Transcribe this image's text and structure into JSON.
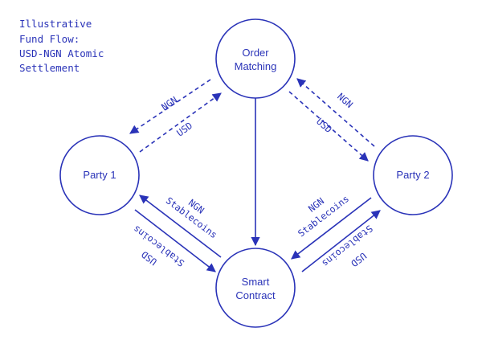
{
  "colors": {
    "ink": "#2a33b8",
    "background": "#ffffff"
  },
  "title": {
    "line1": "Illustrative",
    "line2": "Fund Flow:",
    "line3": "USD-NGN Atomic",
    "line4": "Settlement"
  },
  "nodes": {
    "order_matching": {
      "line1": "Order",
      "line2": "Matching"
    },
    "party1": {
      "label": "Party 1"
    },
    "party2": {
      "label": "Party 2"
    },
    "smart_contract": {
      "line1": "Smart",
      "line2": "Contract"
    }
  },
  "edges": {
    "om_to_p1": {
      "label": "NGN",
      "style": "dashed"
    },
    "p1_to_om": {
      "label": "USD",
      "style": "dashed"
    },
    "p2_to_om": {
      "label": "NGN",
      "style": "dashed"
    },
    "om_to_p2": {
      "label": "USD",
      "style": "dashed"
    },
    "om_to_sc": {
      "label": "",
      "style": "solid"
    },
    "sc_to_p1": {
      "line1": "NGN",
      "line2": "Stablecoins",
      "style": "solid"
    },
    "p1_to_sc": {
      "line1": "USD",
      "line2": "Stablecoins",
      "style": "solid"
    },
    "p2_to_sc": {
      "line1": "NGN",
      "line2": "Stablecoins",
      "style": "solid"
    },
    "sc_to_p2": {
      "line1": "USD",
      "line2": "Stablecoins",
      "style": "solid"
    }
  }
}
